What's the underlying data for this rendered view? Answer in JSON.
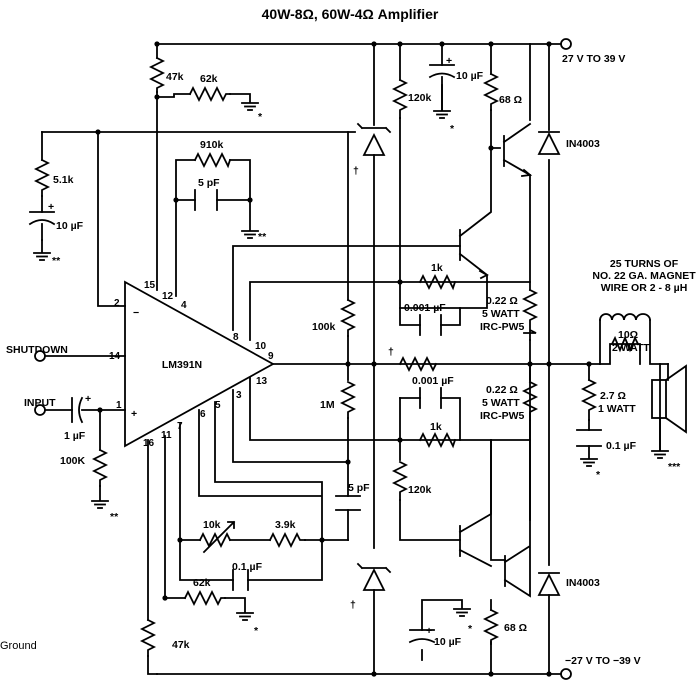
{
  "title": "40W-8Ω, 60W-4Ω Amplifier",
  "ic": {
    "name": "LM391N",
    "pins": [
      "2",
      "14",
      "1",
      "15",
      "12",
      "4",
      "8",
      "10",
      "9",
      "13",
      "3",
      "5",
      "6",
      "7",
      "11",
      "16"
    ],
    "minus": "−",
    "plus": "+"
  },
  "rails": {
    "positive": "27 V TO 39 V",
    "negative": "−27 V TO −39 V"
  },
  "inputs": {
    "shutdown": "SHUTDOWN",
    "input": "INPUT"
  },
  "ground_note": "Ground",
  "components": {
    "r47k_top": "47k",
    "r62k_top": "62k",
    "r910k": "910k",
    "c5pf_fb": "5 pF",
    "r5_1k": "5.1k",
    "c10uf_in": "10 µF",
    "c1uf_in": "1 µF",
    "r100k_in": "100K",
    "r120k_top": "120k",
    "c10uf_top": "10 µF",
    "r68_top": "68 Ω",
    "d_top": "IN4003",
    "r1k_top": "1k",
    "c001_top": "0.001 µF",
    "r022_top": "0.22 Ω",
    "r022_top_rating": "5 WATT",
    "r022_top_part": "IRC-PW5",
    "r100k_bias": "100k",
    "r1m_bias": "1M",
    "c001_bot": "0.001 µF",
    "r022_bot": "0.22 Ω",
    "r022_bot_rating": "5 WATT",
    "r022_bot_part": "IRC-PW5",
    "r1k_bot": "1k",
    "r120k_bot": "120k",
    "c5pf_bot": "5 pF",
    "r10k_pot": "10k",
    "r3_9k": "3.9k",
    "c01uf": "0.1 µF",
    "r62k_bot": "62k",
    "r47k_bot": "47k",
    "c10uf_bot": "10 µF",
    "r68_bot": "68 Ω",
    "d_bot": "IN4003",
    "inductor": "25 TURNS OF NO. 22 GA. MAGNET WIRE OR 2 - 8 µH",
    "inductor_lines": [
      "25 TURNS OF",
      "NO. 22 GA. MAGNET",
      "WIRE OR 2 - 8 µH"
    ],
    "r10": "10Ω",
    "r10_rating": "2 WATT",
    "r2_7": "2.7 Ω",
    "r2_7_rating": "1 WATT",
    "c0_1_out": "0.1 µF"
  },
  "markers": {
    "dagger": "†",
    "star1": "*",
    "star2": "**",
    "star3": "***"
  }
}
